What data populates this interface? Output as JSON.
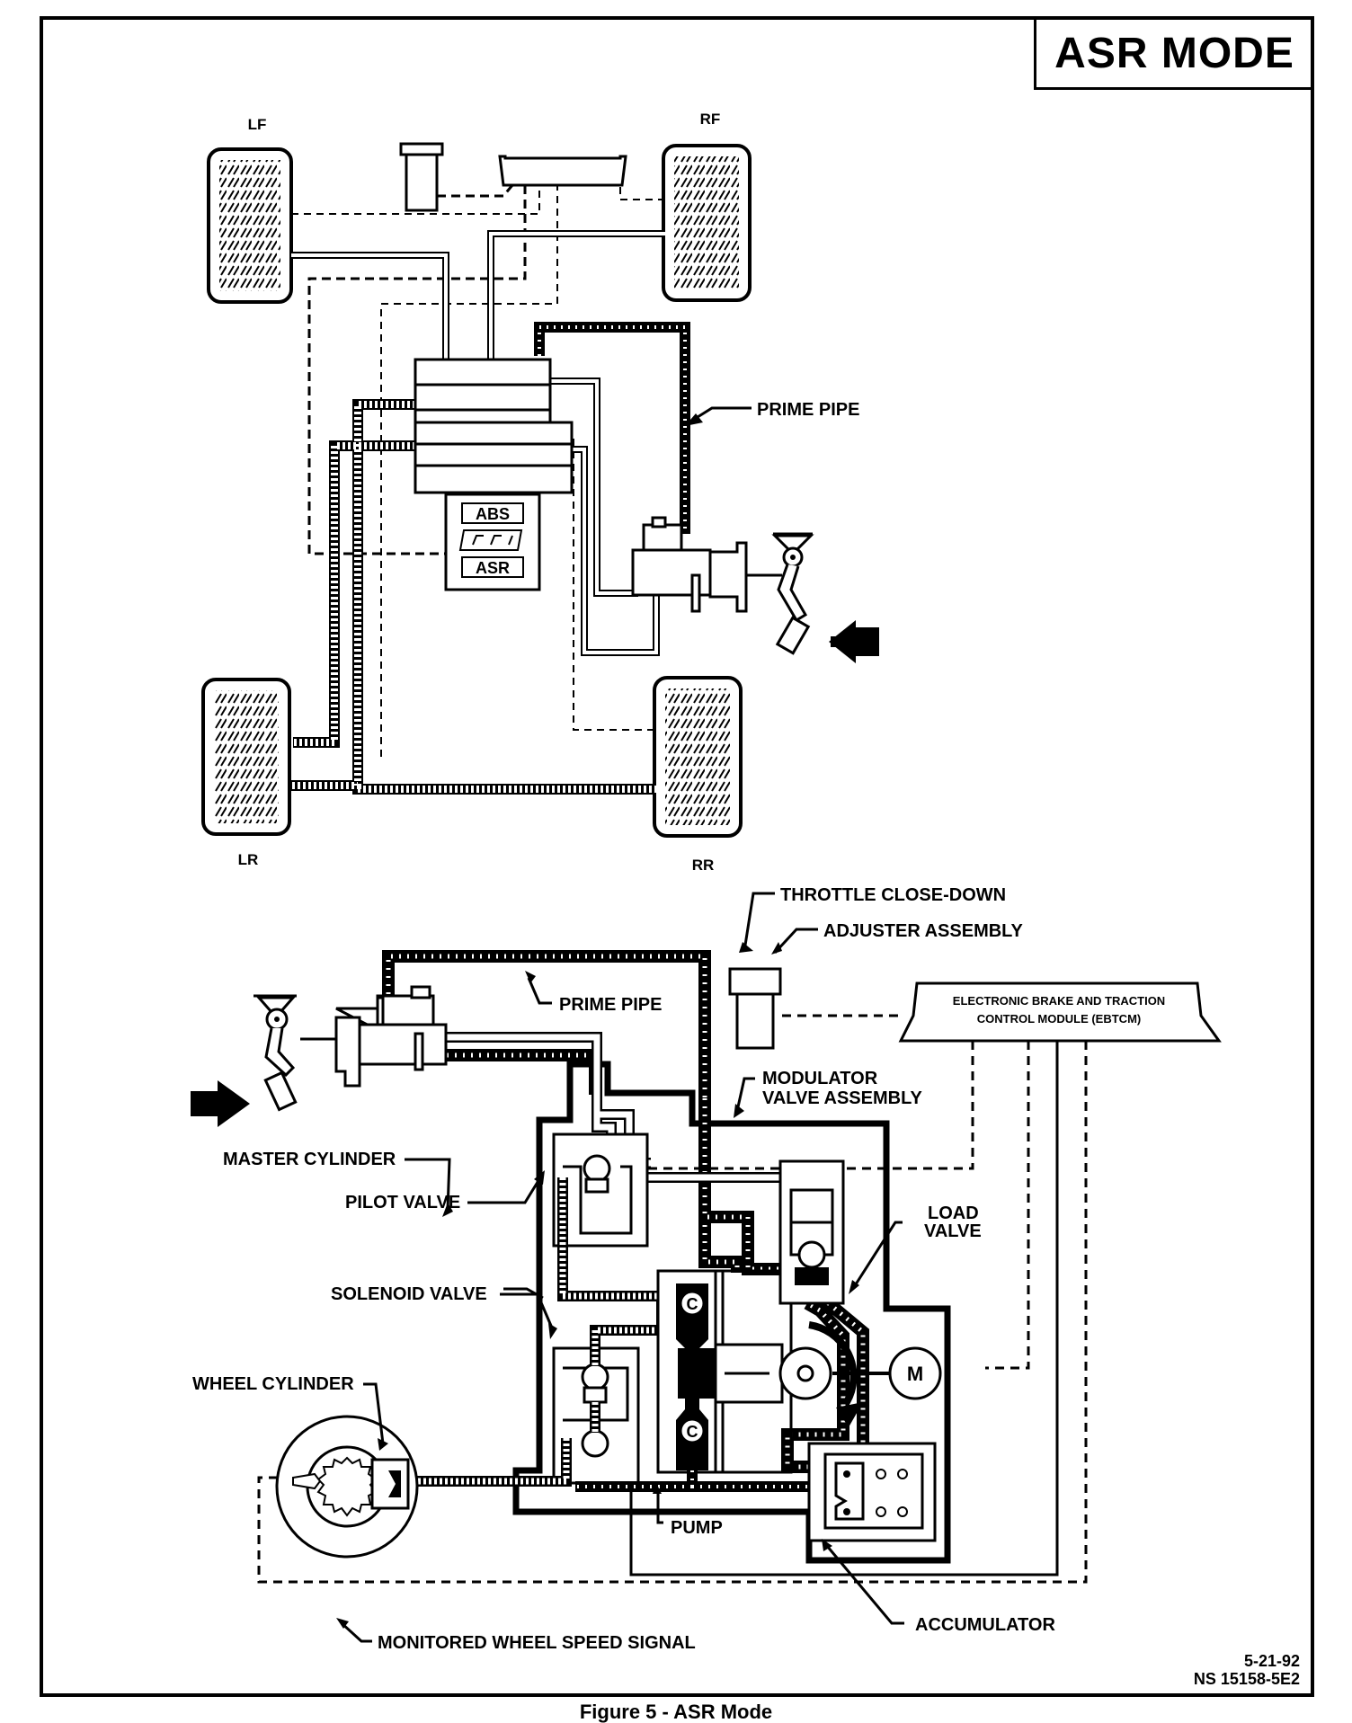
{
  "title": "ASR MODE",
  "top_labels": {
    "lf": "LF",
    "rf": "RF",
    "lr": "LR",
    "rr": "RR",
    "abs": "ABS",
    "asr": "ASR",
    "prime_pipe": "PRIME PIPE"
  },
  "bottom_labels": {
    "throttle": "THROTTLE CLOSE-DOWN",
    "adjuster": "ADJUSTER ASSEMBLY",
    "ebtcm_line1": "ELECTRONIC BRAKE AND TRACTION",
    "ebtcm_line2": "CONTROL MODULE (EBTCM)",
    "prime_pipe": "PRIME PIPE",
    "modulator_line1": "MODULATOR",
    "modulator_line2": "VALVE ASSEMBLY",
    "master_cylinder": "MASTER CYLINDER",
    "pilot_valve": "PILOT VALVE",
    "load_valve_line1": "LOAD",
    "load_valve_line2": "VALVE",
    "solenoid_valve": "SOLENOID VALVE",
    "wheel_cylinder": "WHEEL CYLINDER",
    "motor": "M",
    "check_valve": "C",
    "pump": "PUMP",
    "accumulator": "ACCUMULATOR",
    "wheel_speed": "MONITORED WHEEL SPEED SIGNAL"
  },
  "figure_number": {
    "date": "5-21-92",
    "code": "NS 15158-5E2"
  },
  "caption": "Figure 5 - ASR Mode"
}
